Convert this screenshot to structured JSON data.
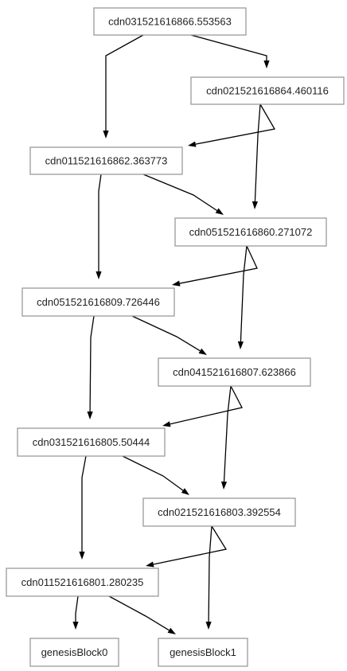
{
  "diagram": {
    "type": "directed-graph",
    "nodes": [
      {
        "id": "n0",
        "label": "cdn031521616866.553563"
      },
      {
        "id": "n1",
        "label": "cdn021521616864.460116"
      },
      {
        "id": "n2",
        "label": "cdn011521616862.363773"
      },
      {
        "id": "n3",
        "label": "cdn051521616860.271072"
      },
      {
        "id": "n4",
        "label": "cdn051521616809.726446"
      },
      {
        "id": "n5",
        "label": "cdn041521616807.623866"
      },
      {
        "id": "n6",
        "label": "cdn031521616805.50444"
      },
      {
        "id": "n7",
        "label": "cdn021521616803.392554"
      },
      {
        "id": "n8",
        "label": "cdn011521616801.280235"
      },
      {
        "id": "n9",
        "label": "genesisBlock0"
      },
      {
        "id": "n10",
        "label": "genesisBlock1"
      }
    ],
    "edges": [
      {
        "from": "n0",
        "to": "n2"
      },
      {
        "from": "n0",
        "to": "n1"
      },
      {
        "from": "n1",
        "to": "n2"
      },
      {
        "from": "n1",
        "to": "n3"
      },
      {
        "from": "n2",
        "to": "n4"
      },
      {
        "from": "n2",
        "to": "n3"
      },
      {
        "from": "n3",
        "to": "n4"
      },
      {
        "from": "n3",
        "to": "n5"
      },
      {
        "from": "n4",
        "to": "n6"
      },
      {
        "from": "n4",
        "to": "n5"
      },
      {
        "from": "n5",
        "to": "n6"
      },
      {
        "from": "n5",
        "to": "n7"
      },
      {
        "from": "n6",
        "to": "n8"
      },
      {
        "from": "n6",
        "to": "n7"
      },
      {
        "from": "n7",
        "to": "n8"
      },
      {
        "from": "n7",
        "to": "n10"
      },
      {
        "from": "n8",
        "to": "n9"
      },
      {
        "from": "n8",
        "to": "n10"
      }
    ]
  }
}
